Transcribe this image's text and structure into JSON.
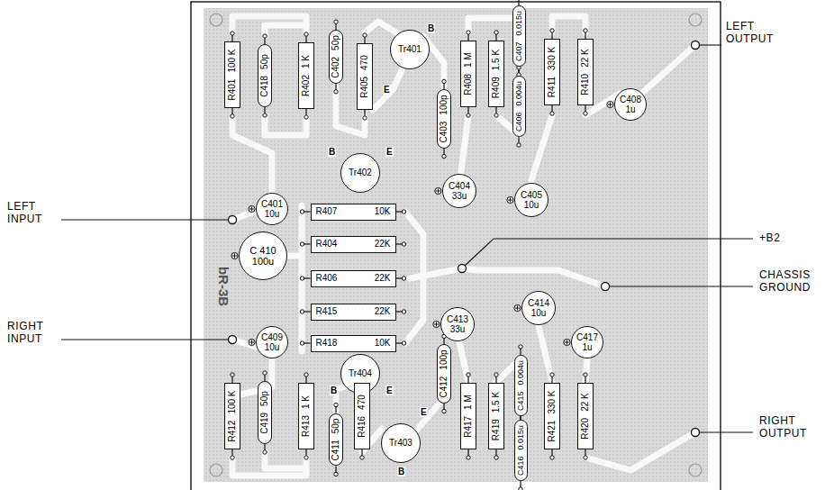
{
  "diagram": {
    "nodes": [
      {
        "text": [
          "R401",
          "100 K"
        ]
      },
      {
        "text": [
          "C418",
          "50p"
        ]
      },
      {
        "text": [
          "R402",
          "1 K"
        ]
      },
      {
        "text": [
          "C402",
          "50p"
        ]
      },
      {
        "text": [
          "R405",
          "470"
        ]
      },
      {
        "text": [
          "Tr401"
        ]
      },
      {
        "text": [
          "C403",
          "100p"
        ]
      },
      {
        "text": [
          "R408",
          "1 M"
        ]
      },
      {
        "text": [
          "R409",
          "1.5 K"
        ]
      },
      {
        "text": [
          "C407",
          "0.015u"
        ]
      },
      {
        "text": [
          "C406",
          "0.004u"
        ]
      },
      {
        "text": [
          "R411",
          "330 K"
        ]
      },
      {
        "text": [
          "R410",
          "22 K"
        ]
      },
      {
        "text": [
          "C408",
          "1u"
        ]
      },
      {
        "text": [
          "Tr402"
        ]
      },
      {
        "text": [
          "C401",
          "10u"
        ]
      },
      {
        "text": [
          "R407",
          "10K"
        ]
      },
      {
        "text": [
          "C404",
          "33u"
        ]
      },
      {
        "text": [
          "C405",
          "10u"
        ]
      },
      {
        "text": [
          "R404",
          "22K"
        ]
      },
      {
        "text": [
          "C 410",
          "100u"
        ]
      },
      {
        "text": [
          "R406",
          "22K"
        ]
      },
      {
        "text": [
          "R415",
          "22K"
        ]
      },
      {
        "text": [
          "C414",
          "10u"
        ]
      },
      {
        "text": [
          "C413",
          "33u"
        ]
      },
      {
        "text": [
          "C417",
          "1u"
        ]
      },
      {
        "text": [
          "R418",
          "10K"
        ]
      },
      {
        "text": [
          "C409",
          "10u"
        ]
      },
      {
        "text": [
          "Tr404"
        ]
      },
      {
        "text": [
          "C412",
          "100p"
        ]
      },
      {
        "text": [
          "R412",
          "100 K"
        ]
      },
      {
        "text": [
          "C419",
          "50p"
        ]
      },
      {
        "text": [
          "R413",
          "1 K"
        ]
      },
      {
        "text": [
          "C411",
          "50p"
        ]
      },
      {
        "text": [
          "R416",
          "470"
        ]
      },
      {
        "text": [
          "Tr403"
        ]
      },
      {
        "text": [
          "R417",
          "1 M"
        ]
      },
      {
        "text": [
          "R419",
          "1.5 K"
        ]
      },
      {
        "text": [
          "C415",
          "0.004u"
        ]
      },
      {
        "text": [
          "C416",
          "0.015u"
        ]
      },
      {
        "text": [
          "R421",
          "330 K"
        ]
      },
      {
        "text": [
          "R420",
          "22 K"
        ]
      }
    ],
    "labels": [
      "LEFT INPUT",
      "LEFT OUTPUT",
      "+B2",
      "CHASSIS GROUND",
      "RIGHT INPUT",
      "RIGHT OUTPUT",
      "bR-3B",
      "B",
      "E",
      "B",
      "E",
      "B",
      "E",
      "E",
      "B"
    ]
  }
}
